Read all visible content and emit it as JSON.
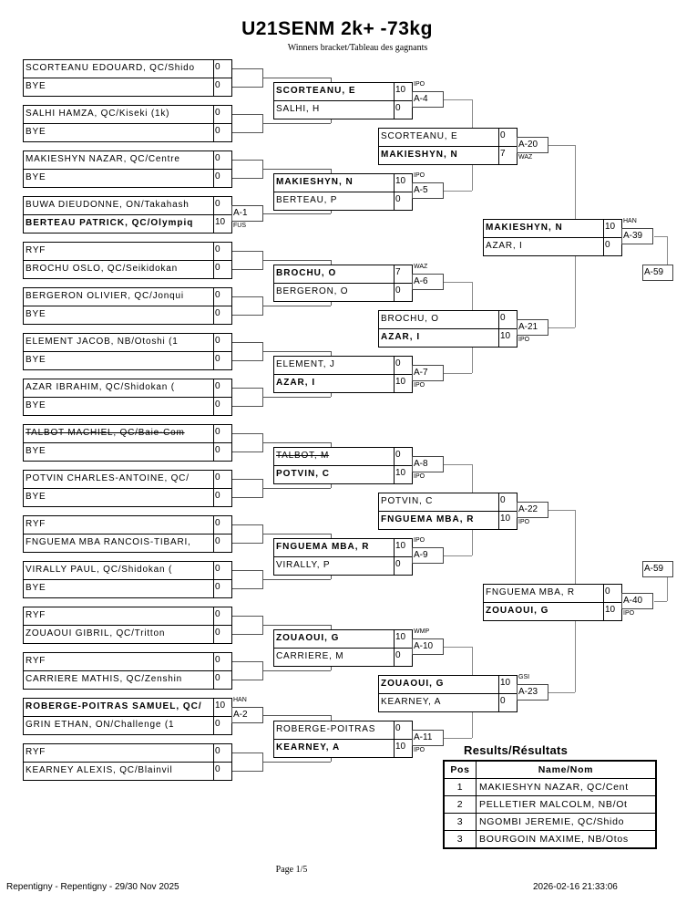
{
  "header": {
    "title": "U21SENM 2k+ -73kg",
    "subtitle": "Winners bracket/Tableau des gagnants"
  },
  "round1": [
    {
      "players": [
        {
          "name": "SCORTEANU EDOUARD, QC/Shido",
          "score": "0"
        },
        {
          "name": "BYE",
          "score": "0"
        }
      ]
    },
    {
      "players": [
        {
          "name": "SALHI HAMZA, QC/Kiseki (1k)",
          "score": "0"
        },
        {
          "name": "BYE",
          "score": "0"
        }
      ]
    },
    {
      "players": [
        {
          "name": "MAKIESHYN NAZAR, QC/Centre",
          "score": "0"
        },
        {
          "name": "BYE",
          "score": "0"
        }
      ]
    },
    {
      "players": [
        {
          "name": "BUWA DIEUDONNE, ON/Takahash",
          "score": "0"
        },
        {
          "name": "BERTEAU PATRICK, QC/Olympiq",
          "score": "10",
          "bold": true
        }
      ],
      "label": "A-1",
      "tag": "FUS",
      "winner": 1
    },
    {
      "players": [
        {
          "name": "RYF",
          "score": "0"
        },
        {
          "name": "BROCHU OSLO, QC/Seikidokan",
          "score": "0"
        }
      ]
    },
    {
      "players": [
        {
          "name": "BERGERON OLIVIER, QC/Jonqui",
          "score": "0"
        },
        {
          "name": "BYE",
          "score": "0"
        }
      ]
    },
    {
      "players": [
        {
          "name": "ELEMENT JACOB, NB/Otoshi (1",
          "score": "0"
        },
        {
          "name": "BYE",
          "score": "0"
        }
      ]
    },
    {
      "players": [
        {
          "name": "AZAR IBRAHIM, QC/Shidokan (",
          "score": "0"
        },
        {
          "name": "BYE",
          "score": "0"
        }
      ]
    },
    {
      "players": [
        {
          "name": "TALBOT MACHIEL, QC/Baie-Com",
          "score": "0",
          "strike": true
        },
        {
          "name": "BYE",
          "score": "0"
        }
      ]
    },
    {
      "players": [
        {
          "name": "POTVIN CHARLES-ANTOINE, QC/",
          "score": "0"
        },
        {
          "name": "BYE",
          "score": "0"
        }
      ]
    },
    {
      "players": [
        {
          "name": "RYF",
          "score": "0"
        },
        {
          "name": "FNGUEMA MBA RANCOIS-TIBARI,",
          "score": "0"
        }
      ]
    },
    {
      "players": [
        {
          "name": "VIRALLY PAUL, QC/Shidokan (",
          "score": "0"
        },
        {
          "name": "BYE",
          "score": "0"
        }
      ]
    },
    {
      "players": [
        {
          "name": "RYF",
          "score": "0"
        },
        {
          "name": "ZOUAOUI GIBRIL, QC/Tritton",
          "score": "0"
        }
      ]
    },
    {
      "players": [
        {
          "name": "RYF",
          "score": "0"
        },
        {
          "name": "CARRIERE MATHIS, QC/Zenshin",
          "score": "0"
        }
      ]
    },
    {
      "players": [
        {
          "name": "ROBERGE-POITRAS SAMUEL, QC/",
          "score": "10",
          "bold": true
        },
        {
          "name": "GRIN ETHAN, ON/Challenge (1",
          "score": "0"
        }
      ],
      "label": "A-2",
      "tag": "HAN",
      "winner": 0
    },
    {
      "players": [
        {
          "name": "RYF",
          "score": "0"
        },
        {
          "name": "KEARNEY ALEXIS, QC/Blainvil",
          "score": "0"
        }
      ]
    }
  ],
  "round2": [
    {
      "players": [
        {
          "name": "SCORTEANU, E",
          "score": "10",
          "bold": true
        },
        {
          "name": "SALHI, H",
          "score": "0"
        }
      ],
      "label": "A-4",
      "tag": "IPO",
      "winner": 0
    },
    {
      "players": [
        {
          "name": "MAKIESHYN, N",
          "score": "10",
          "bold": true
        },
        {
          "name": "BERTEAU, P",
          "score": "0"
        }
      ],
      "label": "A-5",
      "tag": "IPO",
      "winner": 0
    },
    {
      "players": [
        {
          "name": "BROCHU, O",
          "score": "7",
          "bold": true
        },
        {
          "name": "BERGERON, O",
          "score": "0"
        }
      ],
      "label": "A-6",
      "tag": "WAZ",
      "winner": 0
    },
    {
      "players": [
        {
          "name": "ELEMENT, J",
          "score": "0"
        },
        {
          "name": "AZAR, I",
          "score": "10",
          "bold": true
        }
      ],
      "label": "A-7",
      "tag": "IPO",
      "winner": 1
    },
    {
      "players": [
        {
          "name": "TALBOT, M",
          "score": "0",
          "strike": true
        },
        {
          "name": "POTVIN, C",
          "score": "10",
          "bold": true
        }
      ],
      "label": "A-8",
      "tag": "IPO",
      "winner": 1
    },
    {
      "players": [
        {
          "name": "FNGUEMA MBA, R",
          "score": "10",
          "bold": true
        },
        {
          "name": "VIRALLY, P",
          "score": "0"
        }
      ],
      "label": "A-9",
      "tag": "IPO",
      "winner": 0
    },
    {
      "players": [
        {
          "name": "ZOUAOUI, G",
          "score": "10",
          "bold": true
        },
        {
          "name": "CARRIERE, M",
          "score": "0"
        }
      ],
      "label": "A-10",
      "tag": "WMP",
      "winner": 0
    },
    {
      "players": [
        {
          "name": "ROBERGE-POITRAS",
          "score": "0"
        },
        {
          "name": "KEARNEY, A",
          "score": "10",
          "bold": true
        }
      ],
      "label": "A-11",
      "tag": "IPO",
      "winner": 1
    }
  ],
  "round3": [
    {
      "players": [
        {
          "name": "SCORTEANU, E",
          "score": "0"
        },
        {
          "name": "MAKIESHYN, N",
          "score": "7",
          "bold": true
        }
      ],
      "label": "A-20",
      "tag": "WAZ",
      "winner": 1
    },
    {
      "players": [
        {
          "name": "BROCHU, O",
          "score": "0"
        },
        {
          "name": "AZAR, I",
          "score": "10",
          "bold": true
        }
      ],
      "label": "A-21",
      "tag": "IPO",
      "winner": 1
    },
    {
      "players": [
        {
          "name": "POTVIN, C",
          "score": "0"
        },
        {
          "name": "FNGUEMA MBA, R",
          "score": "10",
          "bold": true
        }
      ],
      "label": "A-22",
      "tag": "IPO",
      "winner": 1
    },
    {
      "players": [
        {
          "name": "ZOUAOUI, G",
          "score": "10",
          "bold": true
        },
        {
          "name": "KEARNEY, A",
          "score": "0"
        }
      ],
      "label": "A-23",
      "tag": "GSI",
      "winner": 0
    }
  ],
  "round4": [
    {
      "players": [
        {
          "name": "MAKIESHYN, N",
          "score": "10",
          "bold": true
        },
        {
          "name": "AZAR, I",
          "score": "0"
        }
      ],
      "label": "A-39",
      "tag": "HAN",
      "winner": 0,
      "next": "A-59"
    },
    {
      "players": [
        {
          "name": "FNGUEMA MBA, R",
          "score": "0"
        },
        {
          "name": "ZOUAOUI, G",
          "score": "10",
          "bold": true
        }
      ],
      "label": "A-40",
      "tag": "IPO",
      "winner": 1,
      "next": "A-59"
    }
  ],
  "results": {
    "title": "Results/Résultats",
    "headers": [
      "Pos",
      "Name/Nom"
    ],
    "rows": [
      {
        "pos": "1",
        "name": "MAKIESHYN NAZAR, QC/Cent"
      },
      {
        "pos": "2",
        "name": "PELLETIER MALCOLM, NB/Ot"
      },
      {
        "pos": "3",
        "name": "NGOMBI JEREMIE, QC/Shido"
      },
      {
        "pos": "3",
        "name": "BOURGOIN MAXIME, NB/Otos"
      }
    ]
  },
  "footer": {
    "page": "Page 1/5",
    "event": "Repentigny - Repentigny - 29/30 Nov 2025",
    "printed": "2026-02-16 21:33:06"
  }
}
